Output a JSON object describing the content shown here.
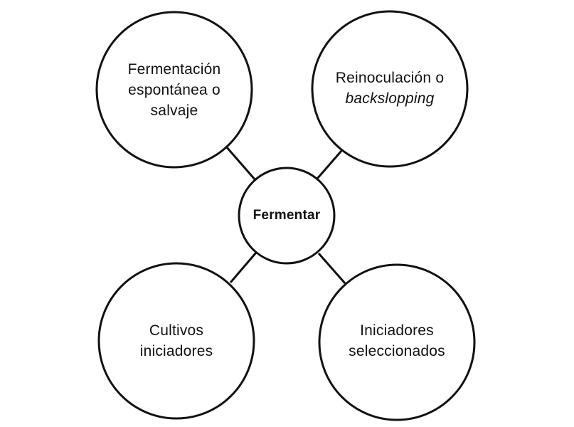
{
  "diagram": {
    "center": {
      "label": "Fermentar"
    },
    "nodes": {
      "top_left": {
        "lines": [
          "Fermentación",
          "espontánea o",
          "salvaje"
        ]
      },
      "top_right": {
        "line1": "Reinoculación o",
        "line2": "backslopping"
      },
      "bottom_left": {
        "lines": [
          "Cultivos",
          "iniciadores"
        ]
      },
      "bottom_right": {
        "lines": [
          "Iniciadores",
          "seleccionados"
        ]
      }
    },
    "colors": {
      "stroke": "#111111",
      "fill": "#ffffff",
      "text": "#111111"
    }
  }
}
